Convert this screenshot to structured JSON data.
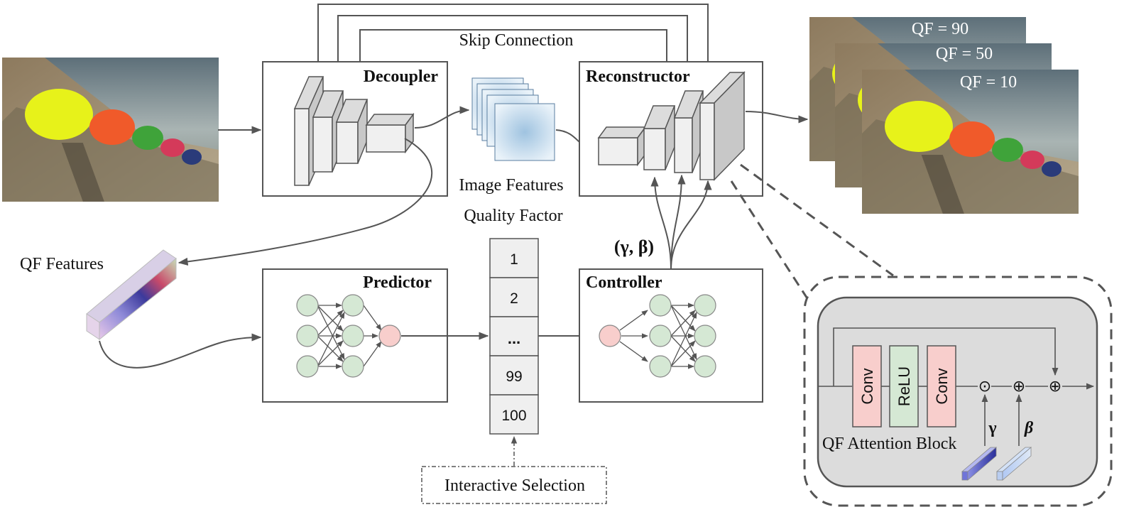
{
  "labels": {
    "skip_connection": "Skip Connection",
    "decoupler": "Decoupler",
    "reconstructor": "Reconstructor",
    "predictor": "Predictor",
    "controller": "Controller",
    "image_features": "Image Features",
    "quality_factor": "Quality Factor",
    "qf_features": "QF Features",
    "gamma_beta": "(γ, β)",
    "interactive_selection": "Interactive Selection",
    "qf_attention_block": "QF Attention Block",
    "gamma": "γ",
    "beta": "β",
    "conv1": "Conv",
    "relu": "ReLU",
    "conv2": "Conv",
    "odot": "⊙",
    "oplus1": "⊕",
    "oplus2": "⊕"
  },
  "quality_list": [
    "1",
    "2",
    "...",
    "99",
    "100"
  ],
  "outputs": [
    {
      "label": "QF = 90"
    },
    {
      "label": "QF = 50"
    },
    {
      "label": "QF = 10"
    }
  ],
  "colors": {
    "line": "#555555",
    "box_fill": "#efefef",
    "node_green": "#d5e8d4",
    "node_pink": "#f8cecc",
    "conv_fill": "#f8cecc",
    "relu_fill": "#d5e8d4",
    "block_bg": "#dcdcdc"
  }
}
